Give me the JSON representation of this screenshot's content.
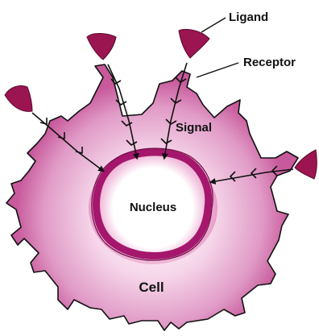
{
  "labels": {
    "ligand": "Ligand",
    "receptor": "Receptor",
    "signal": "Signal",
    "nucleus": "Nucleus",
    "cell": "Cell"
  },
  "colors": {
    "ligand": "#9b1550",
    "cell_edge": "#c13a8a",
    "cell_center": "#ffffff",
    "nuclear_envelope": "#a4176c",
    "outline": "#111111",
    "arrow": "#111111"
  },
  "ligand_count": 4,
  "receptor_count": 4
}
